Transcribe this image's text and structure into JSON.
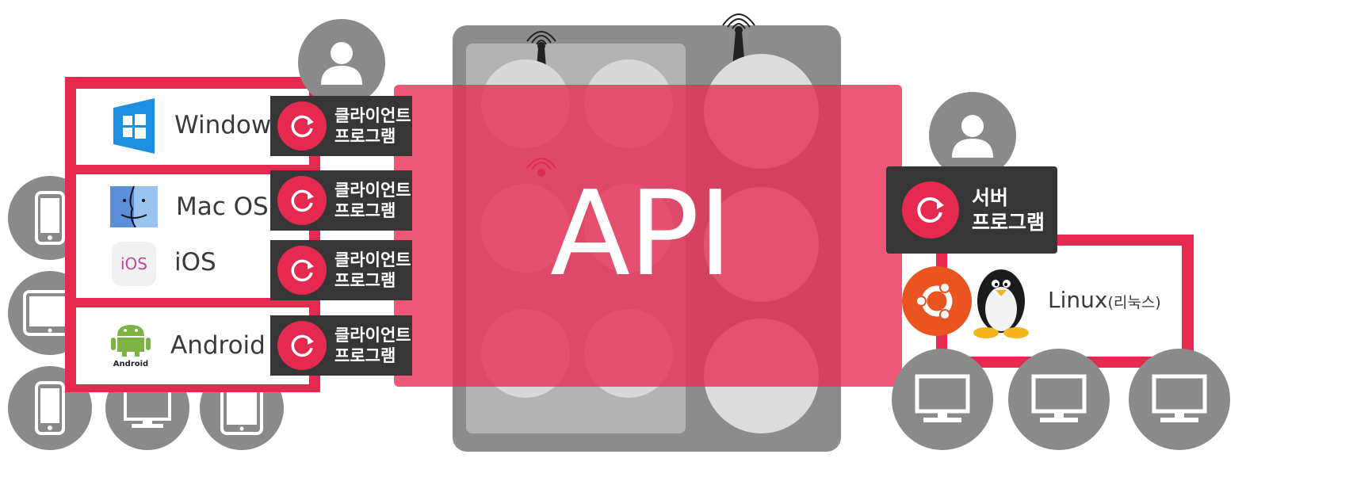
{
  "api_label": "API",
  "client_programs": [
    {
      "os": "Window",
      "label_line1": "클라이언트",
      "label_line2": "프로그램"
    },
    {
      "os": "Mac OS",
      "label_line1": "클라이언트",
      "label_line2": "프로그램"
    },
    {
      "os": "iOS",
      "label_line1": "클라이언트",
      "label_line2": "프로그램"
    },
    {
      "os": "Android",
      "label_line1": "클라이언트",
      "label_line2": "프로그램"
    }
  ],
  "ios_logo_text": "iOS",
  "android_logo_text": "Android",
  "server_program": {
    "line1": "서버",
    "line2": "프로그램"
  },
  "linux": {
    "name": "Linux",
    "suffix": "(리눅스)"
  },
  "colors": {
    "accent": "#e5294f",
    "api_overlay": "#ee4f6e",
    "dark_box": "#363636",
    "grey": "#8a8a8a",
    "ubuntu": "#e95420"
  }
}
